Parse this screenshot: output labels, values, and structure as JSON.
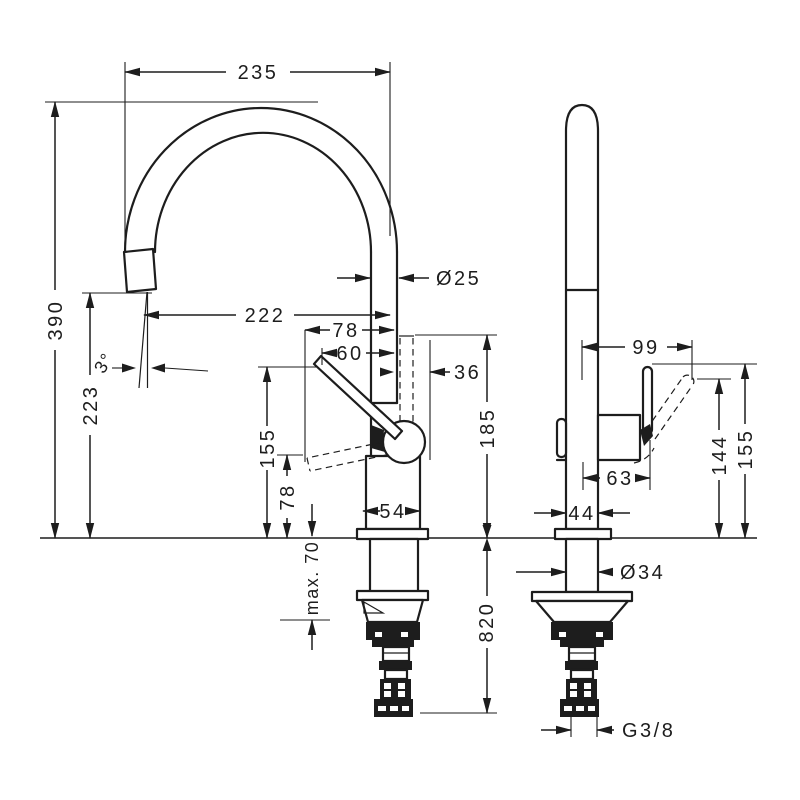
{
  "drawing": {
    "kind": "faucet-installation-dimension-drawing",
    "background": "#ffffff",
    "line_color": "#1d1d1d",
    "views": {
      "front": {
        "dims": {
          "spout_arc_width": "235",
          "spout_top_height": "390",
          "outlet_height": "223",
          "outlet_angle": "3°",
          "spout_reach": "222",
          "handle_back_reach": "78",
          "handle_tip_offset": "60",
          "rear_clearance": "36",
          "spout_pipe_diameter": "Ø25",
          "handle_tip_height": "155",
          "handle_down_height": "78",
          "base_width": "54",
          "max_counter_thickness": "max. 70",
          "body_top_height": "185",
          "hose_length_below": "820"
        }
      },
      "side": {
        "dims": {
          "handle_side_reach": "99",
          "handle_side_offset": "63",
          "base_depth": "44",
          "shank_diameter": "Ø34",
          "handle_open_height": "144",
          "handle_top_height": "155",
          "hose_thread": "G3/8"
        }
      }
    }
  }
}
